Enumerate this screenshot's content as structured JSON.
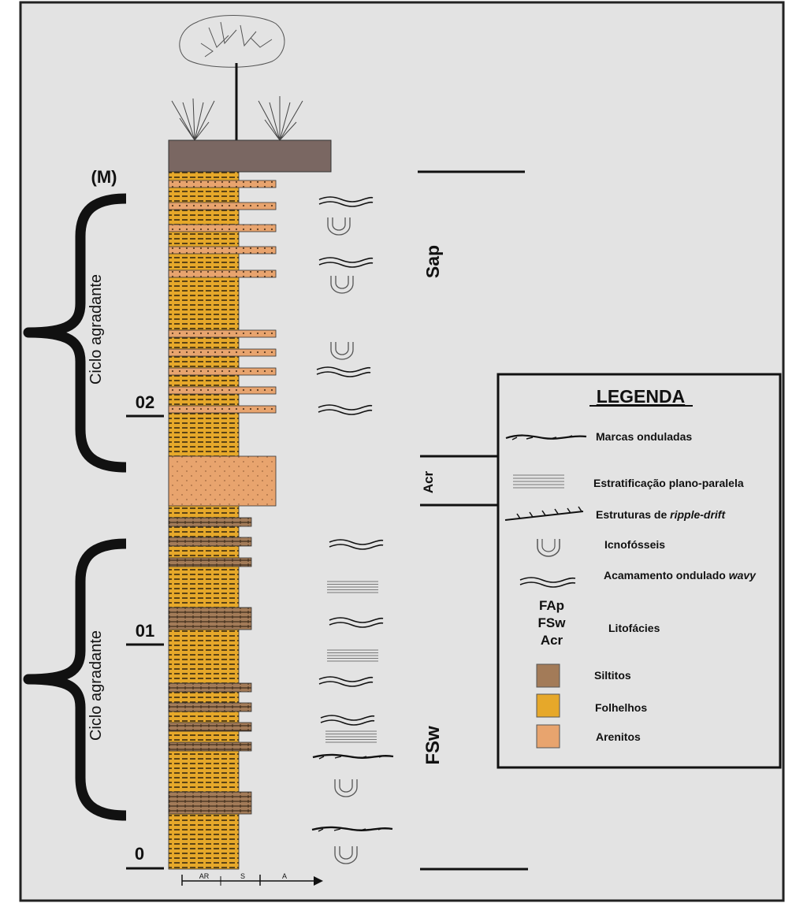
{
  "scale": {
    "unit_label": "(M)",
    "marks": [
      "02",
      "01",
      "0"
    ]
  },
  "cycles": [
    {
      "label": "Ciclo agradante"
    },
    {
      "label": "Ciclo agradante"
    }
  ],
  "grain_axis": [
    "AR",
    "S",
    "A"
  ],
  "facies_column": [
    "Sap",
    "Acr",
    "FSw"
  ],
  "legend": {
    "title": "LEGENDA",
    "items": [
      {
        "icon": "ripple-marks-icon",
        "label": "Marcas onduladas"
      },
      {
        "icon": "plane-parallel-icon",
        "label": "Estratificação plano-paralela"
      },
      {
        "icon": "ripple-drift-icon",
        "label_prefix": "Estruturas de ",
        "label_em": "ripple-drift"
      },
      {
        "icon": "ichnofossil-icon",
        "label": "Icnofósseis"
      },
      {
        "icon": "wavy-bedding-icon",
        "label_prefix": "Acamamento ondulado ",
        "label_em": "wavy"
      },
      {
        "codes": [
          "FAp",
          "FSw",
          "Acr"
        ],
        "label": "Litofácies"
      },
      {
        "swatch": "siltito",
        "label": "Siltitos"
      },
      {
        "swatch": "folhelho",
        "label": "Folhelhos"
      },
      {
        "swatch": "arenito",
        "label": "Arenitos"
      }
    ]
  },
  "colors": {
    "background": "#e3e3e3",
    "folhelho": "#e6a82a",
    "arenito": "#e8a46e",
    "siltito": "#a37b58",
    "soil": "#7a6762"
  }
}
